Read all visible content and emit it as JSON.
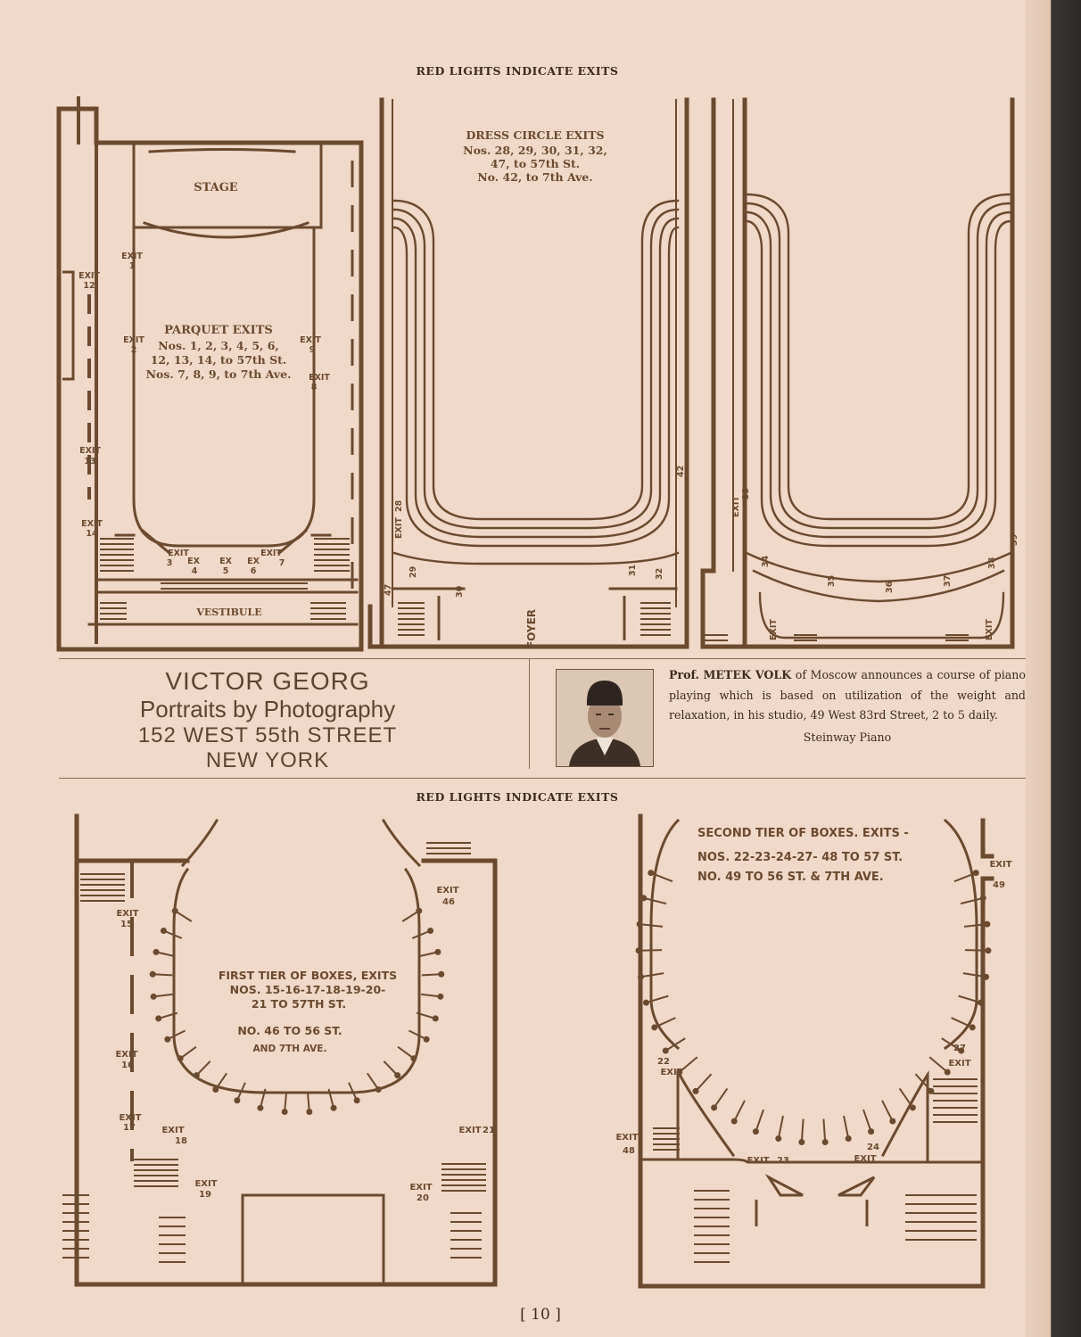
{
  "headers": {
    "top": "RED LIGHTS INDICATE EXITS",
    "middle": "RED LIGHTS INDICATE EXITS"
  },
  "parquet": {
    "stage": "STAGE",
    "vestibule": "VESTIBULE",
    "title": "PARQUET EXITS",
    "line1": "Nos. 1, 2, 3, 4, 5, 6,",
    "line2": "12, 13, 14, to 57th St.",
    "line3": "Nos. 7, 8, 9, to 7th Ave.",
    "exit_word": "EXIT",
    "ex_word": "EX",
    "exits": [
      "1",
      "2",
      "3",
      "4",
      "5",
      "6",
      "7",
      "8",
      "9",
      "12",
      "13",
      "14"
    ]
  },
  "dress_circle": {
    "title": "DRESS CIRCLE EXITS",
    "line1": "Nos. 28, 29, 30, 31, 32,",
    "line2": "47, to 57th St.",
    "line3": "No. 42, to 7th Ave.",
    "foyer": "FOYER",
    "exits": [
      "28",
      "29",
      "30",
      "31",
      "32",
      "42",
      "47"
    ]
  },
  "balcony": {
    "exit_word": "EXIT",
    "exits": [
      "33",
      "34",
      "35",
      "36",
      "37",
      "38",
      "39"
    ]
  },
  "victor_georg": {
    "line1": "VICTOR GEORG",
    "line2": "Portraits by Photography",
    "line3": "152 WEST 55th STREET",
    "line4": "NEW YORK"
  },
  "volk": {
    "prefix": "Prof.",
    "name": "METEK VOLK",
    "body": "of Moscow announces a course of piano playing which is based on utilization of the weight and relaxation, in his studio, 49 West 83rd Street, 2 to 5 daily.",
    "piano": "Steinway Piano"
  },
  "first_tier": {
    "line1": "FIRST TIER OF BOXES, EXITS",
    "line2": "NOS. 15-16-17-18-19-20-",
    "line3": "21 TO 57TH ST.",
    "line4": "NO. 46 TO 56 ST.",
    "line5": "AND 7TH AVE.",
    "exit_word": "EXIT",
    "exits": [
      "15",
      "16",
      "17",
      "18",
      "19",
      "20",
      "21",
      "46"
    ]
  },
  "second_tier": {
    "line1": "SECOND TIER OF BOXES. EXITS -",
    "line2": "NOS. 22-23-24-27- 48 TO 57 ST.",
    "line3": "NO. 49 TO 56 ST. & 7TH AVE.",
    "exit_word": "EXIT",
    "exits": [
      "22",
      "23",
      "24",
      "27",
      "48",
      "49"
    ]
  },
  "page_number": "[ 10 ]",
  "colors": {
    "ink": "#6b4a2f",
    "paper": "#f0d9c9",
    "text": "#3d2b1e"
  }
}
